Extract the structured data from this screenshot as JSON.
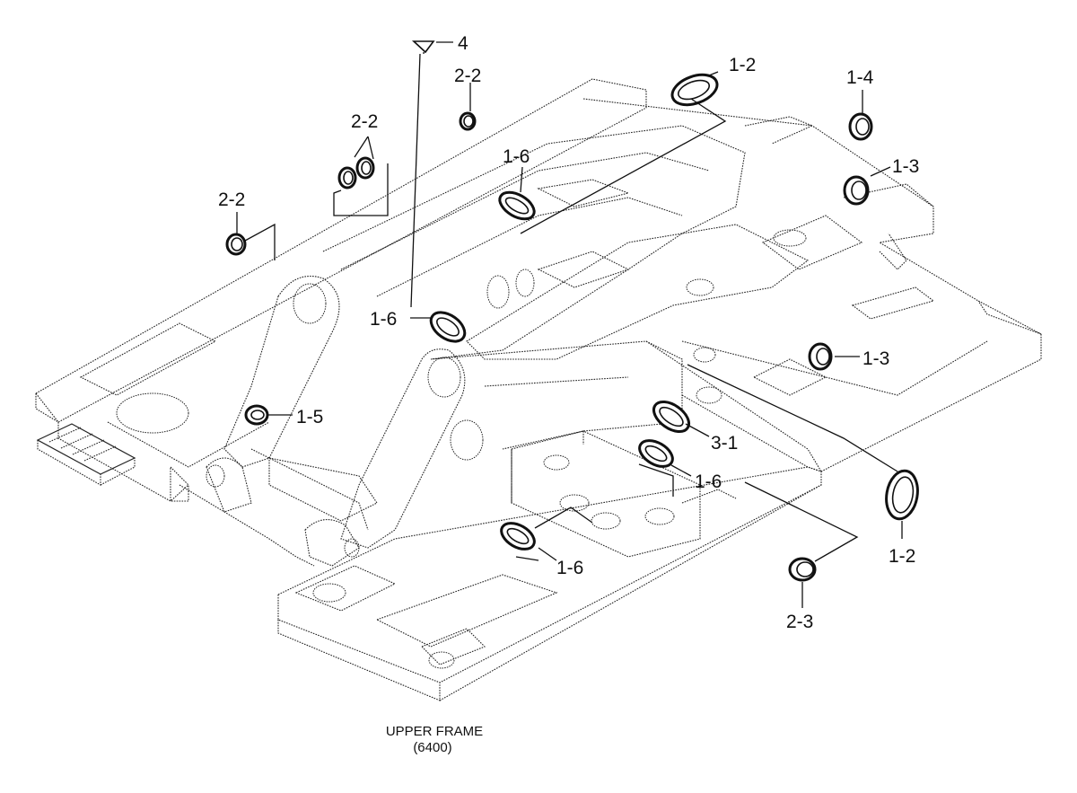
{
  "caption": {
    "line1": "UPPER FRAME",
    "line2": "(6400)"
  },
  "callouts": {
    "c4": "4",
    "c12_top": "1-2",
    "c22_top": "2-2",
    "c14": "1-4",
    "c22_mid": "2-2",
    "c16_top": "1-6",
    "c13_right": "1-3",
    "c22_left": "2-2",
    "c16_mid": "1-6",
    "c13_low": "1-3",
    "c15": "1-5",
    "c31": "3-1",
    "c16_low": "1-6",
    "c12_low": "1-2",
    "c16_bottom": "1-6",
    "c23": "2-3"
  }
}
